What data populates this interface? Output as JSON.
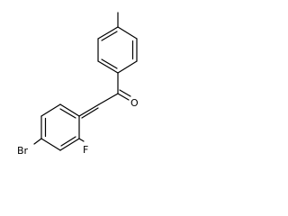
{
  "molecule": {
    "atoms": {
      "oxygen": "O",
      "bromine": "Br",
      "fluorine": "F"
    }
  },
  "colors": {
    "bond": "#000000",
    "label": "#000000",
    "background": "#ffffff"
  }
}
